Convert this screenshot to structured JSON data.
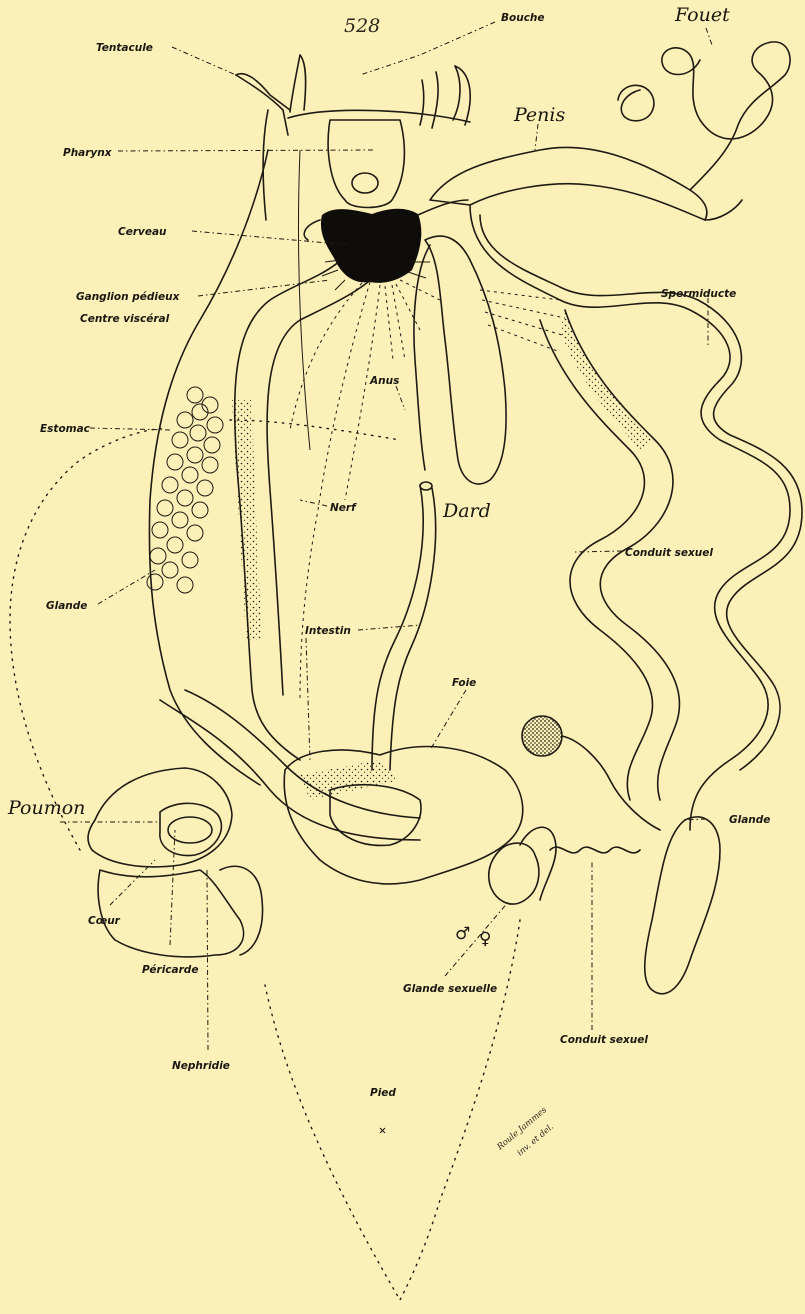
{
  "page_number": "528",
  "labels": {
    "bouche": "Bouche",
    "tentacule": "Tentacule",
    "fouet": "Fouet",
    "pharynx": "Pharynx",
    "penis": "Penis",
    "cerveau": "Cerveau",
    "ganglion_pedieux": "Ganglion pédieux",
    "centre_visceral": "Centre viscéral",
    "spermiducte": "Spermiducte",
    "estomac": "Estomac",
    "anus": "Anus",
    "dard": "Dard",
    "nerf": "Nerf",
    "conduit_sexuel_1": "Conduit sexuel",
    "glande_1": "Glande",
    "intestin": "Intestin",
    "foie": "Foie",
    "poumon": "Poumon",
    "glande_2": "Glande",
    "coeur": "Cœur",
    "pericarde": "Péricarde",
    "glande_sexuelle": "Glande sexuelle",
    "conduit_sexuel_2": "Conduit sexuel",
    "nephridie": "Nephridie",
    "pied": "Pied"
  },
  "symbols": {
    "male": "♂",
    "female": "♀"
  },
  "signature": [
    "Roule Jammes",
    "inv. et del."
  ],
  "colors": {
    "paper": "#fbf0b7",
    "ink": "#1f1b14"
  }
}
